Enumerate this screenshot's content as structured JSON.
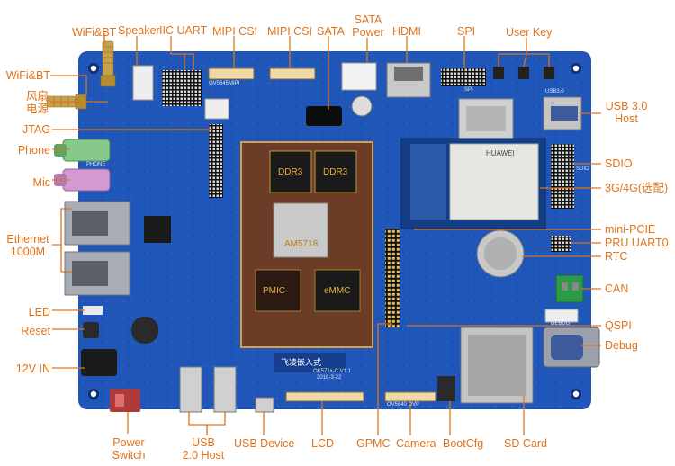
{
  "labels": {
    "wifi_bt_top": "WiFi&BT",
    "speaker": "Speaker",
    "iic_uart": "IIC UART",
    "mipi_csi_1": "MIPI CSI",
    "mipi_csi_2": "MIPI CSI",
    "sata": "SATA",
    "sata_power_l1": "SATA",
    "sata_power_l2": "Power",
    "hdmi": "HDMI",
    "spi": "SPI",
    "user_key": "User Key",
    "wifi_bt_left": "WiFi&BT",
    "fan_power_l1": "风扇",
    "fan_power_l2": "电源",
    "jtag": "JTAG",
    "phone": "Phone",
    "mic": "Mic",
    "ethernet_l1": "Ethernet",
    "ethernet_l2": "1000M",
    "led": "LED",
    "reset": "Reset",
    "power_in": "12V IN",
    "usb3_l1": "USB 3.0",
    "usb3_l2": "Host",
    "sdio": "SDIO",
    "cellular": "3G/4G(选配)",
    "mini_pcie": "mini-PCIE",
    "pru_uart": "PRU UART0",
    "rtc": "RTC",
    "can": "CAN",
    "qspi": "QSPI",
    "debug": "Debug",
    "power_switch_l1": "Power",
    "power_switch_l2": "Switch",
    "usb2_l1": "USB",
    "usb2_l2": "2.0 Host",
    "usb_device": "USB Device",
    "lcd": "LCD",
    "gpmc": "GPMC",
    "camera": "Camera",
    "bootcfg": "BootCfg",
    "sd_card": "SD Card"
  },
  "board_text": {
    "ddr3_a": "DDR3",
    "ddr3_b": "DDR3",
    "soc": "AM5718",
    "pmic": "PMIC",
    "emmc": "eMMC",
    "cell_brand": "HUAWEI",
    "board_logo": "飞凌嵌入式",
    "board_model": "OK571x-C V1.1",
    "board_date": "2018-3-22",
    "usb3_silk": "USB3.0",
    "sdio_silk": "SDIO",
    "debug_silk": "DEBUG",
    "phone_silk": "PHONE",
    "spi_silk": "SPI",
    "cam_silk_a": "OV5645MIPI",
    "cam_silk_b": "OV5640 DVP"
  },
  "colors": {
    "label": "#e0731a",
    "board": "#1f56b8",
    "board_dark": "#163f8f",
    "module": "#6b3d26",
    "module_border": "#d2a24a"
  }
}
